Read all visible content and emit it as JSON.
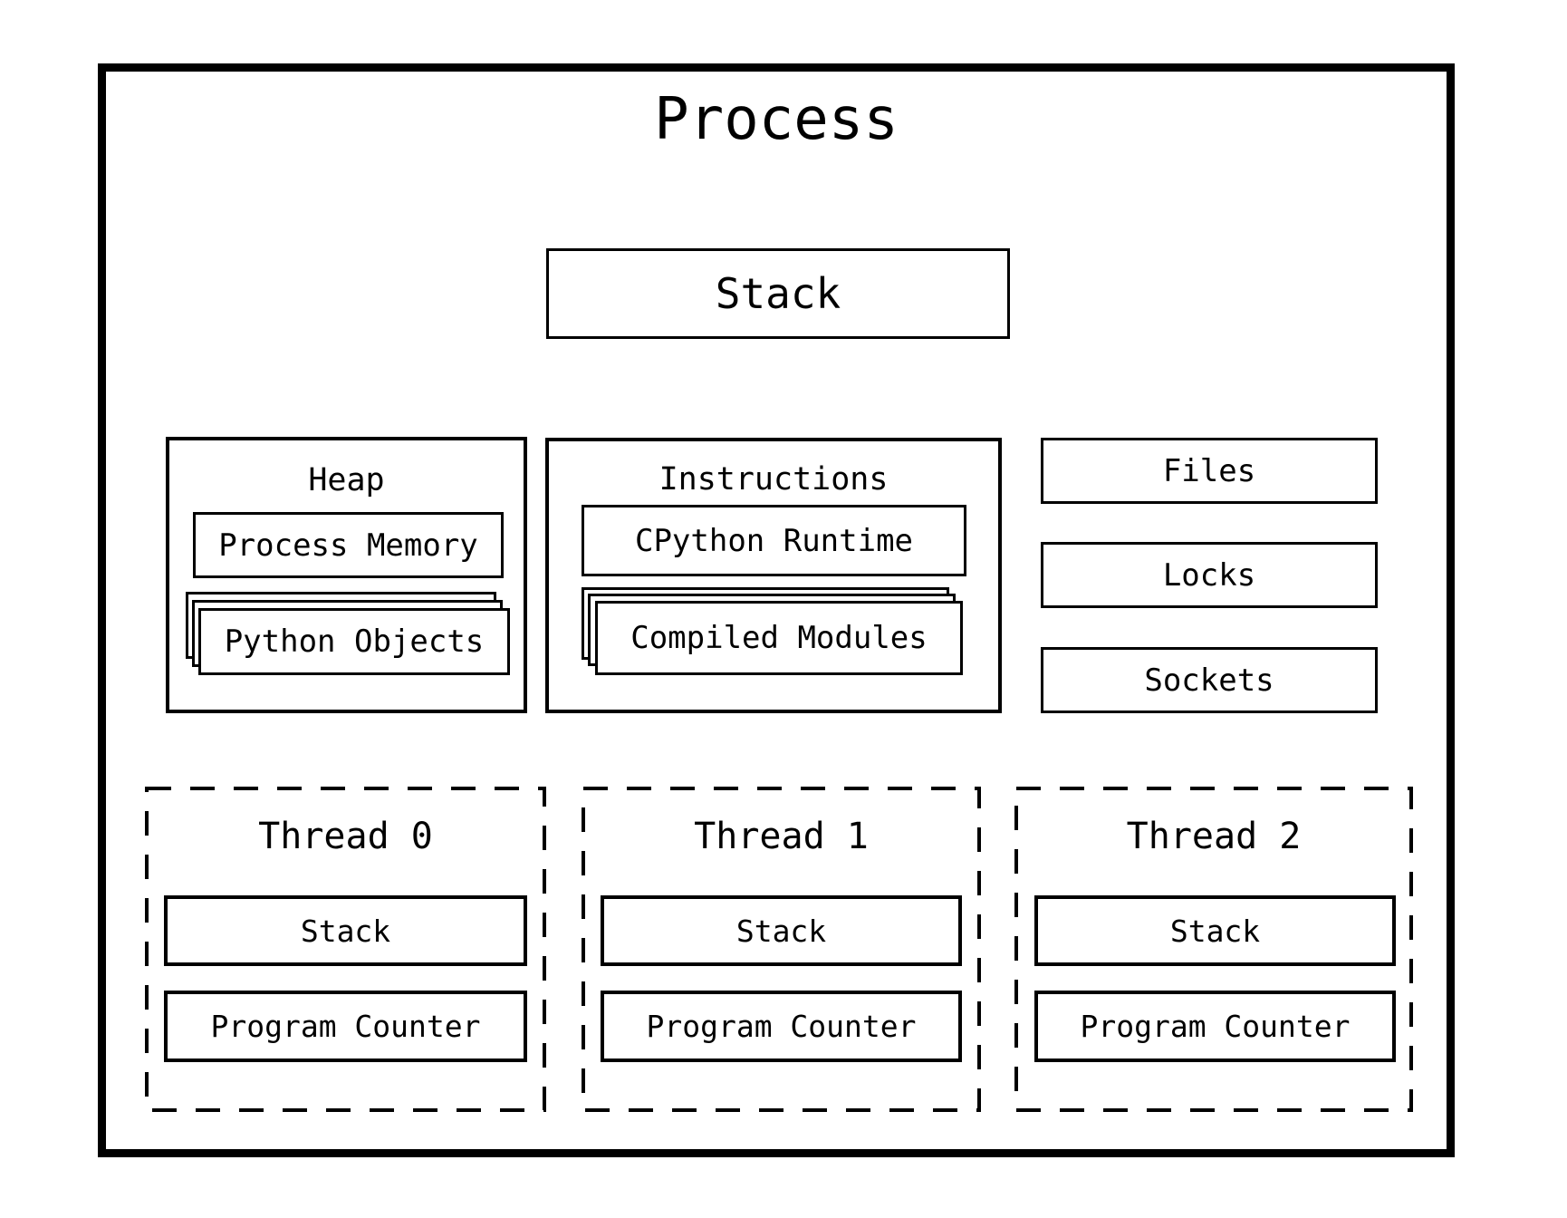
{
  "diagram": {
    "title": "Process",
    "colors": {
      "background": "#ffffff",
      "stroke": "#000000"
    },
    "stack": {
      "label": "Stack"
    },
    "heap": {
      "label": "Heap",
      "process_memory_label": "Process Memory",
      "python_objects_label": "Python Objects"
    },
    "instructions": {
      "label": "Instructions",
      "cpython_runtime_label": "CPython Runtime",
      "compiled_modules_label": "Compiled Modules"
    },
    "resources": [
      {
        "label": "Files"
      },
      {
        "label": "Locks"
      },
      {
        "label": "Sockets"
      }
    ],
    "threads": [
      {
        "label": "Thread 0",
        "stack_label": "Stack",
        "program_counter_label": "Program Counter"
      },
      {
        "label": "Thread 1",
        "stack_label": "Stack",
        "program_counter_label": "Program Counter"
      },
      {
        "label": "Thread 2",
        "stack_label": "Stack",
        "program_counter_label": "Program Counter"
      }
    ]
  }
}
